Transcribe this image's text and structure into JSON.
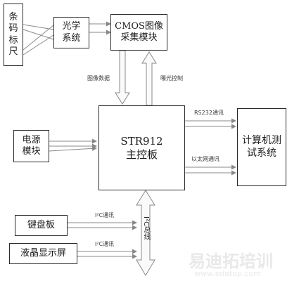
{
  "blocks": {
    "barcode_ruler": "条\n码\n标\n尺",
    "optical_system": "光学\n系统",
    "cmos_module": "CMOS图像\n采集模块",
    "power_module": "电源\n模块",
    "main_board": "STR912\n主控板",
    "pc_test_system": "计算机测\n试系统",
    "keyboard_board": "键盘板",
    "lcd_screen": "液晶显示屏"
  },
  "labels": {
    "image_data": "图像数据",
    "exposure_control": "曝光控制",
    "rs232": "RS232通讯",
    "ethernet": "以太网通讯",
    "i2c_keyboard": "I²C通讯",
    "i2c_lcd": "I²C通讯",
    "i2c_bus": "I²C总线"
  },
  "watermark": {
    "brand": "易迪拓培训",
    "url": "www.edatop.com"
  }
}
